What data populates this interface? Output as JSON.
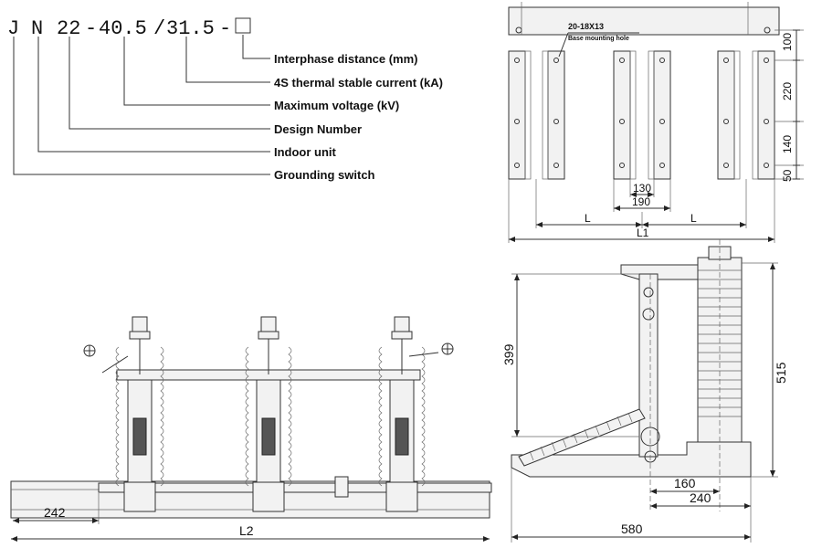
{
  "model_code": {
    "parts": [
      "J",
      "N",
      "22",
      "-",
      "40.5",
      "/",
      "31.5",
      "-"
    ],
    "box_symbol": ""
  },
  "legend": [
    "Interphase distance (mm)",
    "4S thermal stable current (kA)",
    "Maximum voltage (kV)",
    "Design Number",
    "Indoor unit",
    "Grounding switch"
  ],
  "top_view": {
    "hole_spec": "20-18X13",
    "hole_label": "Base mounting hole",
    "dim_100": "100",
    "dim_220": "220",
    "dim_140": "140",
    "dim_50": "50",
    "dim_130": "130",
    "dim_190": "190",
    "dim_L_left": "L",
    "dim_L_right": "L",
    "dim_L1": "L1"
  },
  "front_view": {
    "dim_242": "242",
    "dim_L2": "L2"
  },
  "side_view": {
    "dim_399": "399",
    "dim_515": "515",
    "dim_160": "160",
    "dim_240": "240",
    "dim_580": "580"
  }
}
